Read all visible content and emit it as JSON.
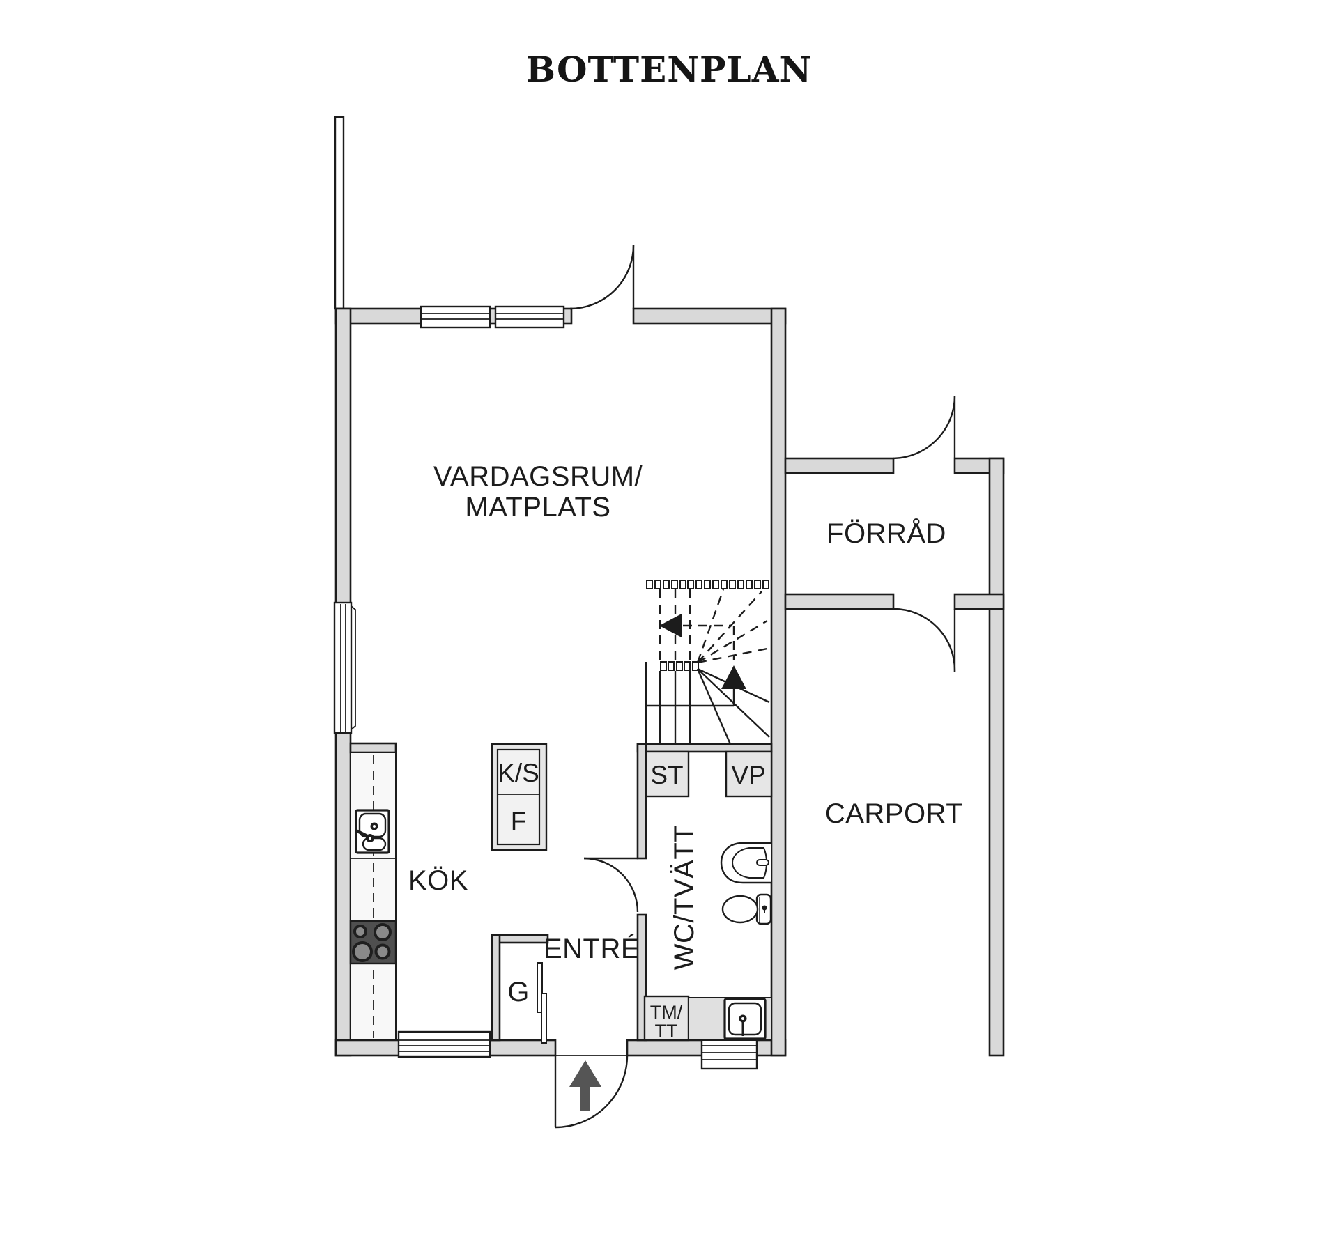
{
  "title": "BOTTENPLAN",
  "rooms": {
    "living": {
      "line1": "VARDAGSRUM/",
      "line2": "MATPLATS"
    },
    "storage": {
      "label": "FÖRRÅD"
    },
    "carport": {
      "label": "CARPORT"
    },
    "kitchen": {
      "label": "KÖK"
    },
    "entry": {
      "label": "ENTRÉ"
    },
    "wc": {
      "label": "WC/TVÄTT"
    }
  },
  "closets": {
    "st": "ST",
    "vp": "VP",
    "fridge": "K/S",
    "freezer": "F",
    "wardrobe": "G",
    "laundry_line1": "TM/",
    "laundry_line2": "TT"
  },
  "colors": {
    "bg": "#ffffff",
    "wall": "#d9d9d9",
    "line": "#1c1c1c",
    "cabinet": "#e6e6e6",
    "cabinet-inner": "#f2f2f2",
    "counter": "#f8f8f8",
    "wc-counter": "#e0e0e0",
    "stove": "#4f4f4f",
    "burner": "#8a8a8a",
    "arrow": "#555555"
  }
}
